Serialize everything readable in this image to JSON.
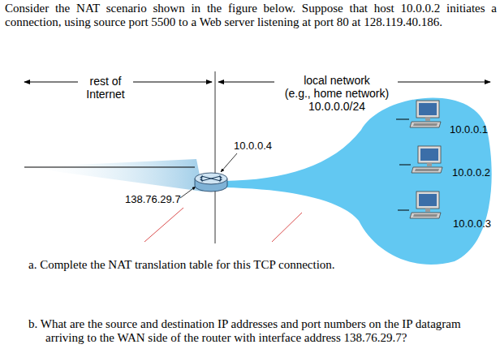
{
  "diagram": {
    "nodes": [
      {
        "text": [
          "10.0.0.4",
          "138.76.29.7"
        ]
      },
      {
        "text": [
          "10.0.0.1"
        ]
      },
      {
        "text": [
          "10.0.0.2"
        ]
      },
      {
        "text": [
          "10.0.0.3"
        ]
      }
    ],
    "labels": [
      "Consider the NAT scenario shown in the figure below. Suppose that host 10.0.0.2 initiates a connection, using source port 5500 to a Web server listening at port 80 at 128.119.40.186.",
      "rest of Internet",
      "local network",
      "(e.g., home network)",
      "10.0.0.0/24",
      "a. Complete the NAT translation table for this TCP connection.",
      "b. What are the source and destination IP addresses and port numbers on the IP datagram arriving to the WAN side of the router with interface address 138.76.29.7?"
    ]
  }
}
